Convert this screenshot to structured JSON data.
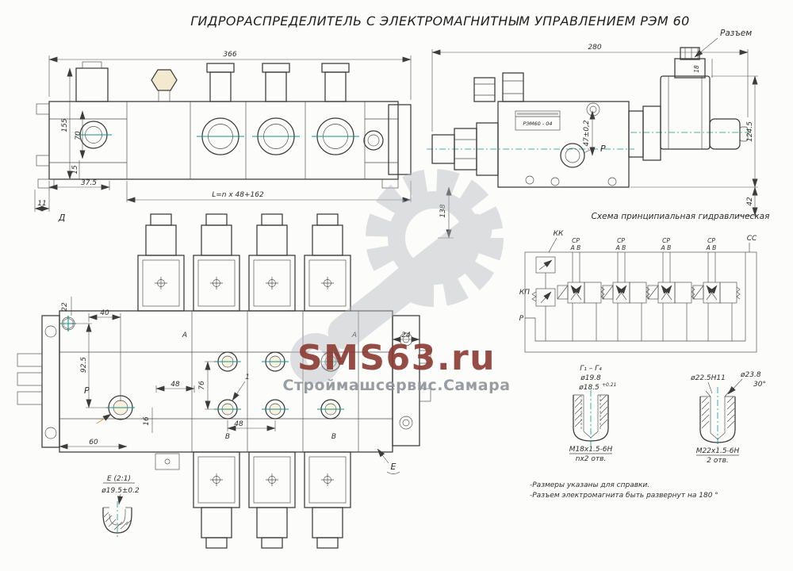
{
  "title": "ГИДРОРАСПРЕДЕЛИТЕЛЬ  С ЭЛЕКТРОМАГНИТНЫМ УПРАВЛЕНИЕМ РЭМ 60",
  "watermark": {
    "brand": "SMS63.ru",
    "subtitle": "Строймашсервис.Самара"
  },
  "front_view": {
    "dim_total_width": "366",
    "dim_height": "155",
    "dim_70": "70",
    "dim_15": "15",
    "dim_37_5": "37.5",
    "dim_11": "11",
    "view_label": "Д",
    "length_formula": "L=n x 48+162"
  },
  "side_view": {
    "dim_total": "280",
    "connector_callout": "Разъем",
    "dim_124_5": "124.5",
    "dim_42": "42",
    "dim_47": "47±0,2",
    "dim_138": "138",
    "dim_18": "18",
    "plate_label": "РЭМ60 - 04",
    "port_p": "Р"
  },
  "schematic": {
    "title": "Схема принципиальная гидравлическая",
    "kk": "КК",
    "kp": "КП",
    "p": "Р",
    "cc": "СС",
    "cp": "СР",
    "ab": "А В"
  },
  "plan_view": {
    "dim_40": "40",
    "dim_22": "22",
    "dim_92_5": "92.5",
    "dim_76": "76",
    "dim_16": "16",
    "dim_48_pitch": "48",
    "dim_48_ports": "48",
    "dim_60": "60",
    "dim_24": "24",
    "pos_1": "1",
    "port_p": "Р",
    "port_a": "А",
    "port_b": "В",
    "detail_callout": "Е"
  },
  "detail_e": {
    "title": "Е (2:1)",
    "dim_diameter": "ø19.5±0.2"
  },
  "thread_detail_left": {
    "title": "Г₁ – Г₄",
    "dim_d_outer": "ø19.8",
    "dim_d_inner": "ø18.5",
    "tolerance": "+0.21",
    "thread": "М18х1.5-6Н",
    "holes": "nх2 отв."
  },
  "thread_detail_right": {
    "dim_d_bore": "ø22.5Н11",
    "dim_d_outer": "ø23.8",
    "chamfer_angle": "30°",
    "thread": "М22х1.5-6Н",
    "holes": "2 отв."
  },
  "notes": {
    "line1": "-Размеры указаны для справки.",
    "line2": "-Разъем электромагнита быть развернут на 180 °"
  }
}
